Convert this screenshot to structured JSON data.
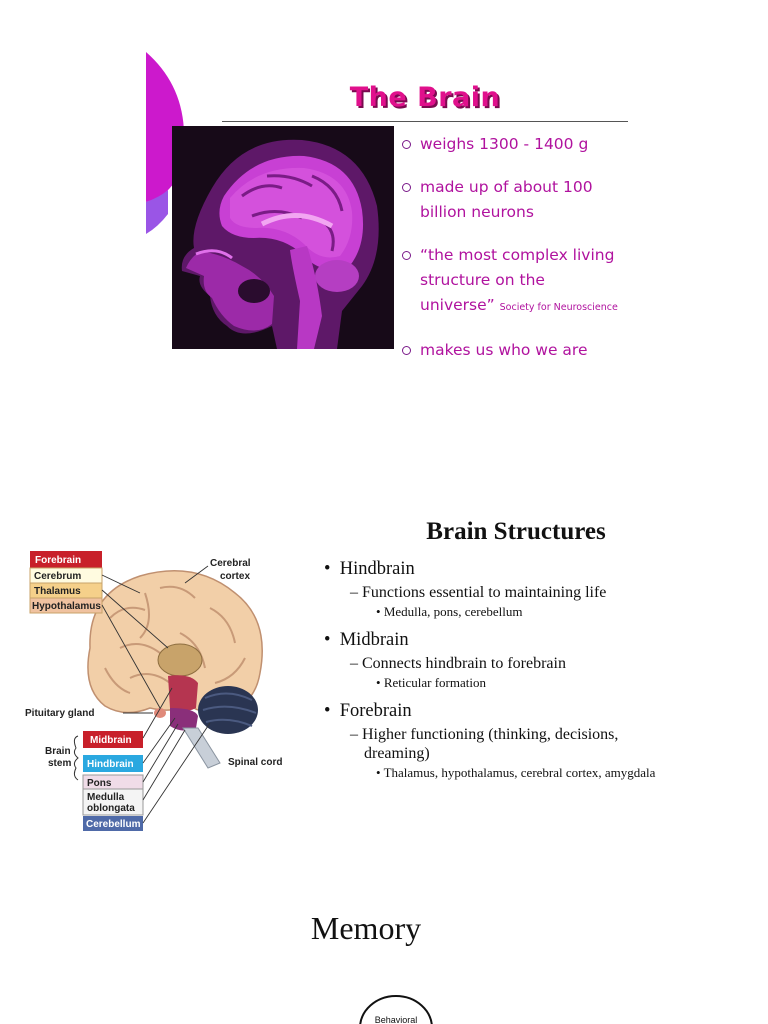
{
  "slide1": {
    "title": "The Brain",
    "bullets": [
      {
        "lines": [
          "weighs 1300 - 1400 g"
        ]
      },
      {
        "lines": [
          "made up of about 100",
          "billion neurons"
        ]
      },
      {
        "lines": [
          "“the most complex living",
          "structure on the"
        ],
        "last_line": "universe”",
        "attribution": "Society for Neuroscience"
      },
      {
        "lines": [
          "makes us who we are"
        ]
      }
    ]
  },
  "slide2": {
    "title": "Brain Structures",
    "sections": [
      {
        "heading": "Hindbrain",
        "description": "Functions essential to maintaining life",
        "examples": "Medulla, pons, cerebellum"
      },
      {
        "heading": "Midbrain",
        "description": "Connects hindbrain to forebrain",
        "examples": "Reticular formation"
      },
      {
        "heading": "Forebrain",
        "description_lines": [
          "Higher functioning (thinking, decisions,",
          "dreaming)"
        ],
        "examples": "Thalamus, hypothalamus, cerebral cortex, amygdala"
      }
    ],
    "diagram": {
      "forebrain_header": "Forebrain",
      "forebrain_items": [
        "Cerebrum",
        "Thalamus",
        "Hypothalamus"
      ],
      "cerebral_cortex": [
        "Cerebral",
        "cortex"
      ],
      "pituitary": "Pituitary gland",
      "brain_stem": [
        "Brain",
        "stem"
      ],
      "midbrain": "Midbrain",
      "hindbrain": "Hindbrain",
      "hindbrain_items": [
        "Pons",
        "Medulla",
        "oblongata",
        "Cerebellum"
      ],
      "spinal_cord": "Spinal cord"
    }
  },
  "slide3": {
    "title": "Memory",
    "logo_text": "Behavioral"
  }
}
